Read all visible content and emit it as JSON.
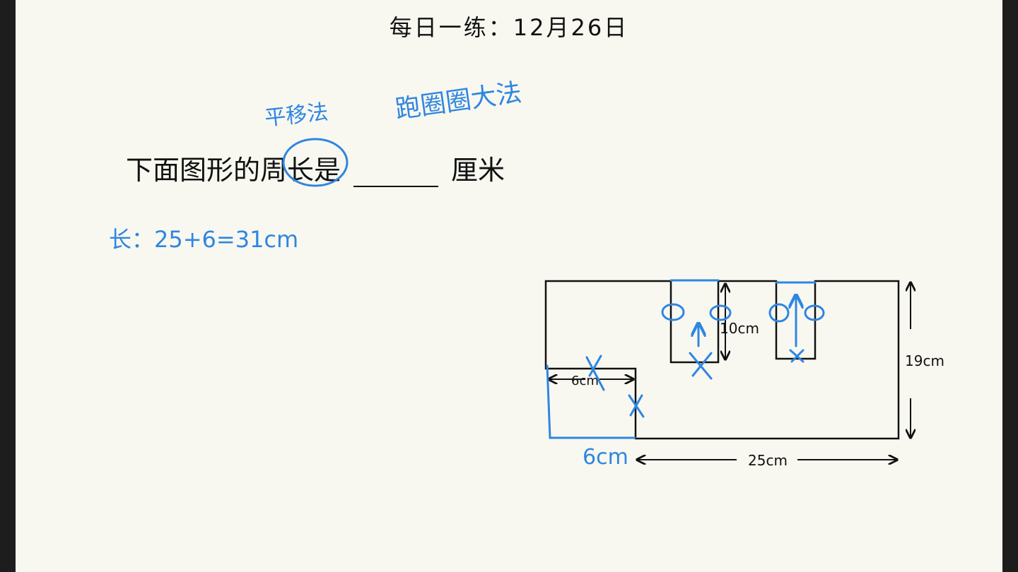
{
  "title": "每日一练：12月26日",
  "question": {
    "prefix": "下面图形的",
    "highlight": "周长",
    "mid": "是",
    "suffix": "厘米"
  },
  "annotations": {
    "translate_method": "平移法",
    "run_method": "跑圈圈大法",
    "length_calc": "长：25+6=31cm",
    "left_width": "6cm"
  },
  "dimensions": {
    "slot_height": "10cm",
    "step_width": "6cm",
    "total_height": "19cm",
    "bottom_width": "25cm"
  },
  "colors": {
    "ink": "#111111",
    "annotation": "#2f86e0",
    "paper": "#f8f8f1"
  }
}
